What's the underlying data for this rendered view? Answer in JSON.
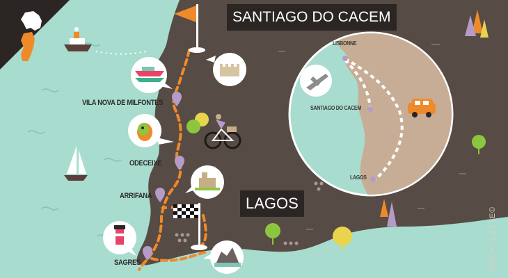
{
  "title": "SANTIAGO DO CACEM",
  "destination": "LAGOS",
  "towns": {
    "vila_nova": "VILA NOVA DE MILFONTES",
    "odeceixe": "ODECEIXE",
    "arrifana": "ARRIFANA",
    "sagres": "SAGRES"
  },
  "inset": {
    "lisbonne": "LISBONNE",
    "santiago": "SANTIAGO DO CACEM",
    "lagos": "LAGOS"
  },
  "credit": "ABICYCLETTE©",
  "colors": {
    "sea": "#a8dccf",
    "land": "#574b45",
    "route": "#ef8a2a",
    "marker": "#b59cc8",
    "banner": "#2b2523",
    "tree_green": "#8cc63f",
    "tree_yellow": "#e8d44d"
  },
  "icons": [
    "flag-start-icon",
    "flag-finish-icon",
    "castle-icon",
    "boat-icon",
    "bird-icon",
    "cyclist-icon",
    "ruins-icon",
    "lighthouse-icon",
    "rock-icon",
    "plane-icon",
    "car-icon",
    "sailboat-icon",
    "ship-icon",
    "portugal-map-icon"
  ]
}
